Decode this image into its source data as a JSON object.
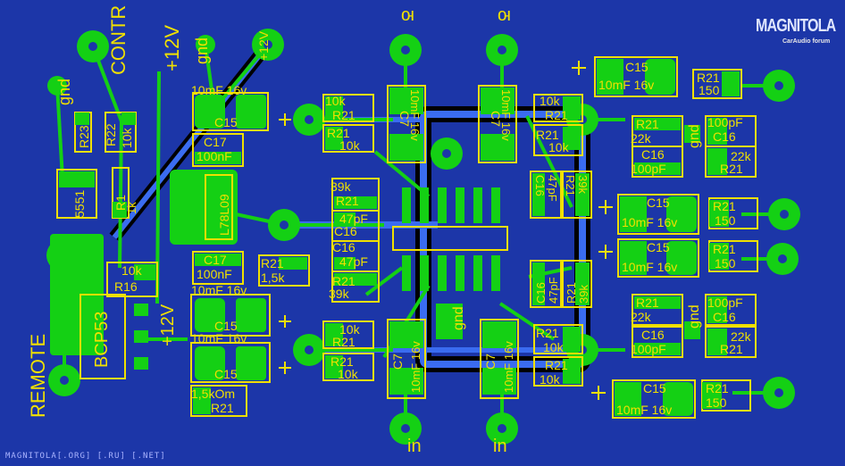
{
  "brand": {
    "name": "MAGNITOLA",
    "tagline": "CarAudio forum"
  },
  "footer": "MAGNITOLA[.ORG] [.RU] [.NET]",
  "net_labels": {
    "contr": "CONTR",
    "gnd": "gnd",
    "plus12v": "+12V",
    "plus12v_small": "+12V",
    "remote": "REMOTE",
    "in": "in",
    "out": "ю",
    "ic_gnd": "gnd",
    "minus12v": "+12V"
  },
  "parts": {
    "r23": "R23",
    "r22": "R22",
    "r10k": "10k",
    "tl": "5551",
    "r1": "R1",
    "r1k": "1k",
    "c15": "C15",
    "c10mf": "10mF 16v",
    "c17": "C17",
    "c100nf": "100nF",
    "reg": "L78L09",
    "r16": "R16",
    "q": "BCP53",
    "r21": "R21",
    "r1k5": "1,5k",
    "r1k5om": "1,5kOm",
    "c16": "C16",
    "c47pf": "47pF",
    "r39k": "39k",
    "r22k": "22k",
    "c100pf": "100pF",
    "r150": "150",
    "c7": "C7",
    "c10mf16v": "10mF 16v",
    "c100pfcap": "100pF"
  }
}
